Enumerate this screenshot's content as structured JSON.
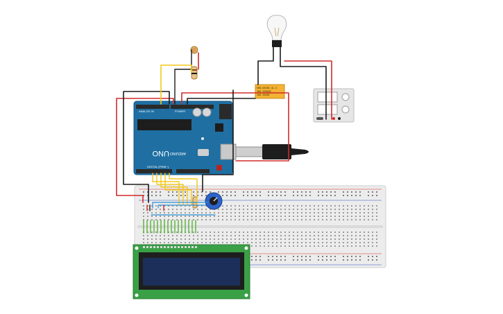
{
  "colors": {
    "arduino_board": "#1f6fa3",
    "breadboard": "#ececec",
    "lcd_pcb": "#3aa046",
    "lcd_screen": "#1c2f5a",
    "relay_body": "#f2b233",
    "wire_red": "#d22a2a",
    "wire_black": "#1a1a1a",
    "wire_yellow": "#f2c81c",
    "wire_blue": "#2a8fd6",
    "wire_green": "#56b336"
  },
  "icons": {
    "light_bulb": "light-bulb-icon",
    "photoresistor": "photoresistor-icon",
    "potentiometer": "potentiometer-icon"
  },
  "arduino": {
    "model_label": "UNO",
    "brand_label": "ARDUINO",
    "digital_label": "DIGITAL (PWM~)",
    "analog_label": "ANALOG IN",
    "power_label": "POWER"
  },
  "relay": {
    "line1": "SRD-05VDC-SL-C",
    "line2": "10A 250VAC",
    "line3": "10A 30VDC"
  }
}
